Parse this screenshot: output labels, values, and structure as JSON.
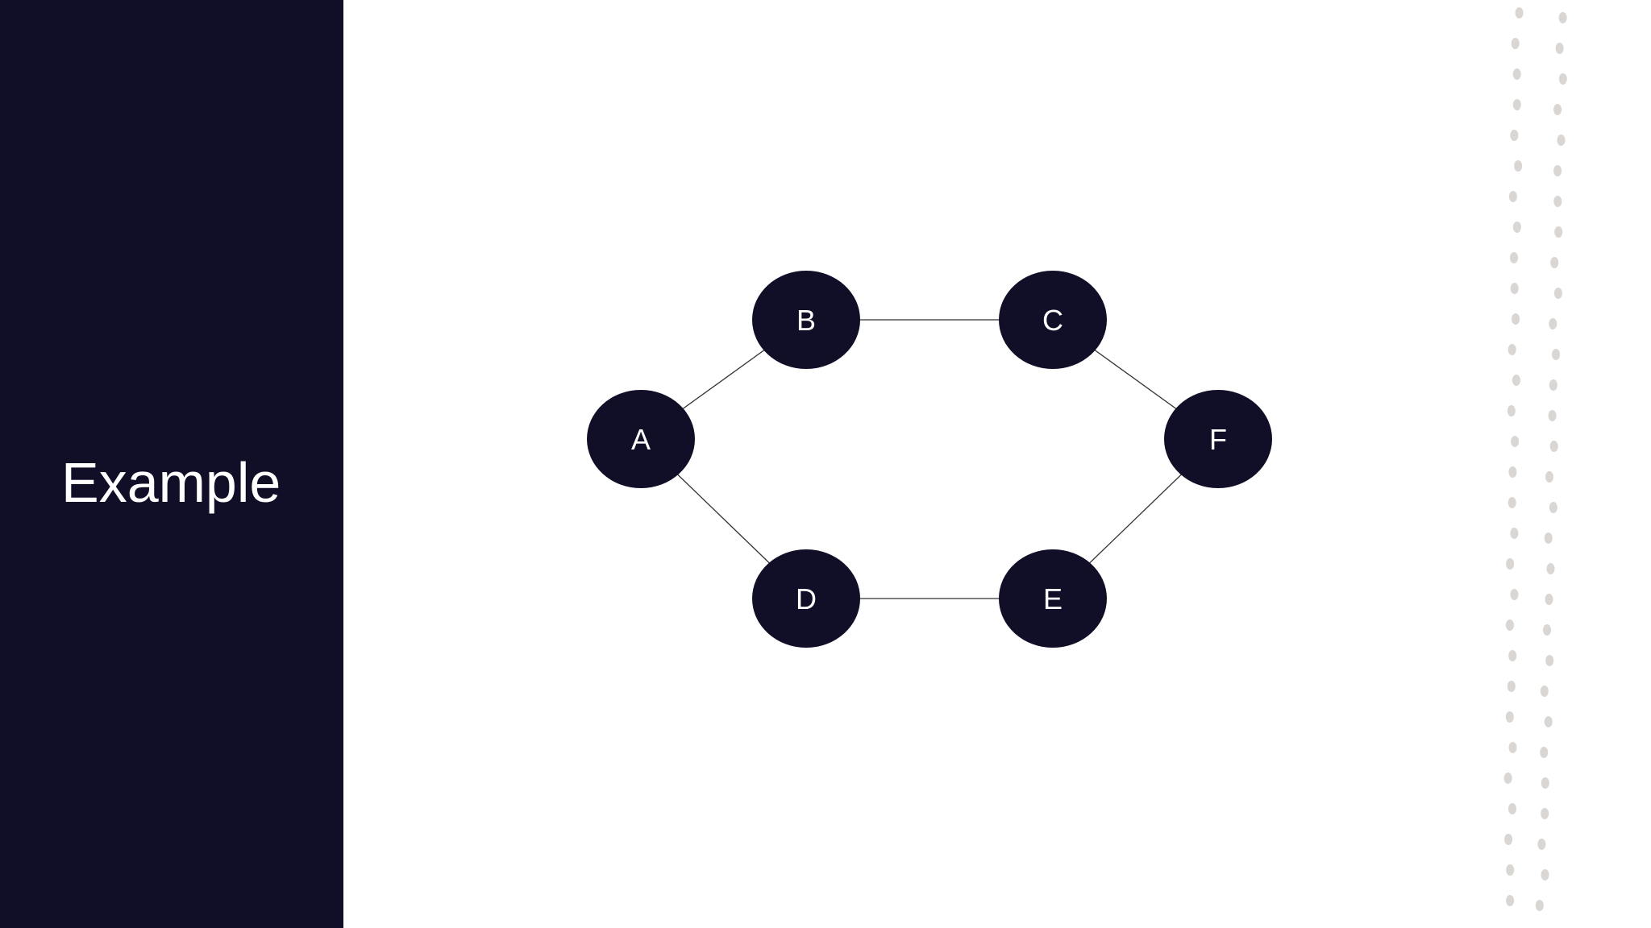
{
  "slide": {
    "title": "Example"
  },
  "colors": {
    "sidebar": "#110e28",
    "node_fill": "#110e28",
    "node_text": "#ffffff",
    "edge": "#333333",
    "dots": "#d9d6d3",
    "background": "#ffffff"
  },
  "diagram": {
    "nodes": [
      {
        "id": "A",
        "label": "A"
      },
      {
        "id": "B",
        "label": "B"
      },
      {
        "id": "C",
        "label": "C"
      },
      {
        "id": "D",
        "label": "D"
      },
      {
        "id": "E",
        "label": "E"
      },
      {
        "id": "F",
        "label": "F"
      }
    ],
    "edges": [
      {
        "from": "A",
        "to": "B"
      },
      {
        "from": "B",
        "to": "C"
      },
      {
        "from": "C",
        "to": "F"
      },
      {
        "from": "A",
        "to": "D"
      },
      {
        "from": "D",
        "to": "E"
      },
      {
        "from": "E",
        "to": "F"
      }
    ]
  }
}
